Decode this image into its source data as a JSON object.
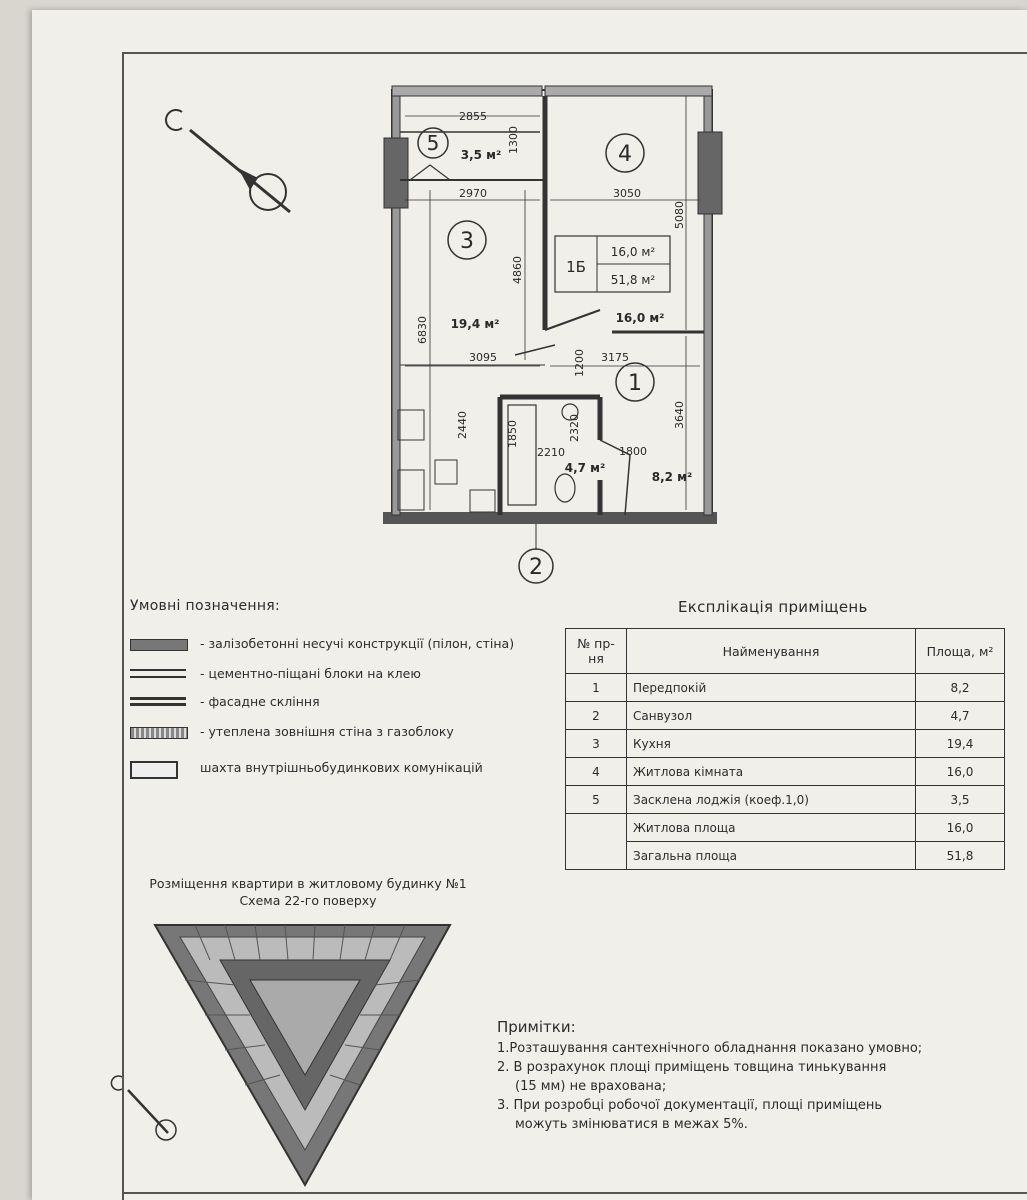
{
  "plan": {
    "rooms": [
      {
        "no": "5",
        "area": "3,5 м²"
      },
      {
        "no": "4",
        "area": "16,0 м²"
      },
      {
        "no": "3",
        "area": "19,4 м²"
      },
      {
        "no": "1",
        "area": "8,2 м²"
      },
      {
        "no": "2",
        "area": "4,7 м²"
      }
    ],
    "dims": [
      "2855",
      "1300",
      "2970",
      "3050",
      "5080",
      "4860",
      "6830",
      "3095",
      "3175",
      "1200",
      "2440",
      "1850",
      "2320",
      "2210",
      "3640",
      "1800"
    ],
    "apt_type": "1Б",
    "apt_living": "16,0 м²",
    "apt_total": "51,8 м²",
    "entrance_no": "2"
  },
  "legend": {
    "title": "Умовні позначення:",
    "items": [
      {
        "label": "- залізобетонні несучі конструкції (пілон, стіна)"
      },
      {
        "label": "- цементно-піщані блоки на клею"
      },
      {
        "label": "- фасадне скління"
      },
      {
        "label": "- утеплена зовнішня стіна з газоблоку"
      },
      {
        "label": "шахта внутрішньобудинкових комунікацій"
      }
    ]
  },
  "explication": {
    "title": "Експлікація приміщень",
    "headers": {
      "no": "№ пр-ня",
      "name": "Найменування",
      "area": "Площа, м²"
    },
    "rows": [
      {
        "no": "1",
        "name": "Передпокій",
        "area": "8,2"
      },
      {
        "no": "2",
        "name": "Санвузол",
        "area": "4,7"
      },
      {
        "no": "3",
        "name": "Кухня",
        "area": "19,4"
      },
      {
        "no": "4",
        "name": "Житлова кімната",
        "area": "16,0"
      },
      {
        "no": "5",
        "name": "Засклена лоджія (коеф.1,0)",
        "area": "3,5"
      }
    ],
    "living_label": "Житлова площа",
    "living_value": "16,0",
    "total_label": "Загальна площа",
    "total_value": "51,8"
  },
  "scheme": {
    "title_line1": "Розміщення квартири в житловому будинку №1",
    "title_line2": "Схема 22-го поверху"
  },
  "notes": {
    "title": "Примітки:",
    "items": [
      "1.Розташування сантехнічного обладнання показано умовно;",
      "2. В розрахунок площі приміщень товщина тинькування",
      "(15 мм) не врахована;",
      "3. При розробці робочої документації, площі приміщень",
      "можуть змінюватися в межах 5%."
    ]
  },
  "compass_letter": "С"
}
